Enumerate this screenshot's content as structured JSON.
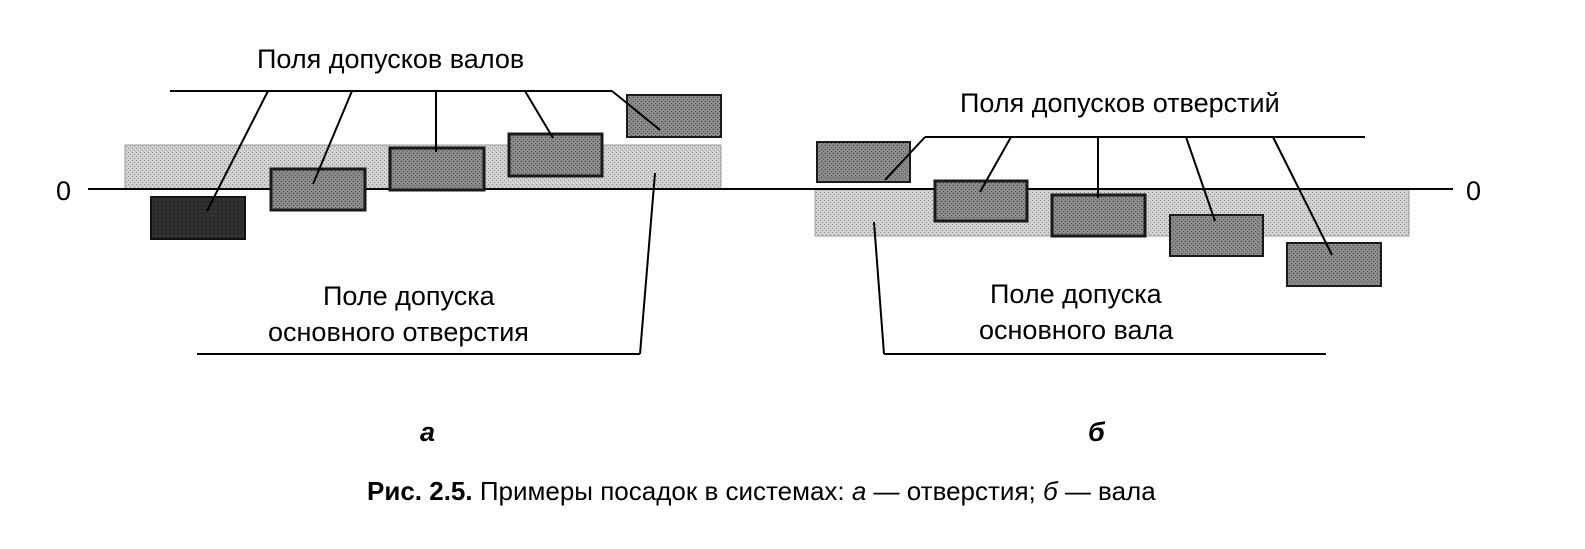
{
  "panel_a": {
    "zero_label": "0",
    "shaft_zones_label": "Поля допусков валов",
    "base_zone_label_line1": "Поле допуска",
    "base_zone_label_line2": "основного отверстия",
    "sublabel": "а"
  },
  "panel_b": {
    "zero_label": "0",
    "hole_zones_label": "Поля допусков отверстий",
    "base_zone_label_line1": "Поле допуска",
    "base_zone_label_line2": "основного вала",
    "sublabel": "б"
  },
  "caption": {
    "prefix": "Рис. 2.5.",
    "text1": " Примеры посадок в системах: ",
    "a": "а",
    "text2": " — отверстия; ",
    "b": "б",
    "text3": " — вала"
  },
  "colors": {
    "base_zone": "#c4c4c4",
    "zone_dark": "#7a7a7a",
    "zone_darkest": "#262626",
    "zone_border": "#1a1a1a"
  }
}
